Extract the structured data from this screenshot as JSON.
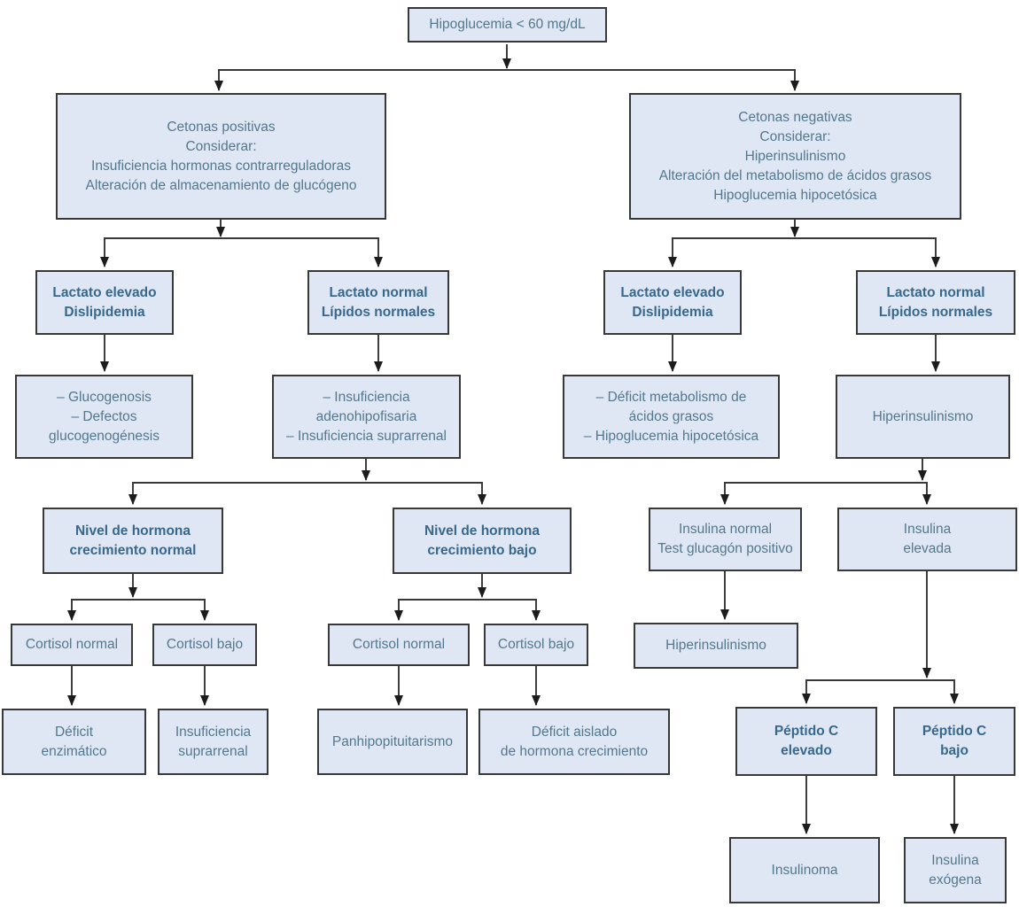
{
  "diagram_title": "Hipoglucemia < 60 mg/dL",
  "diagram_type": "flowchart",
  "colors": {
    "box_fill": "#dee7f3",
    "box_border": "#383838",
    "text_normal": "#54788e",
    "text_bold": "#38688c",
    "line": "#1c1c1c"
  },
  "nodes": {
    "root": {
      "text": "Hipoglucemia < 60 mg/dL"
    },
    "cetonas_positivas": {
      "text": "Cetonas positivas\nConsiderar:\nInsuficiencia hormonas contrarreguladoras\nAlteración de almacenamiento de glucógeno"
    },
    "cetonas_negativas": {
      "text": "Cetonas negativas\nConsiderar:\nHiperinsulinismo\nAlteración del metabolismo de ácidos grasos\nHipoglucemia hipocetósica"
    },
    "lactato_elevado_pos": {
      "text": "Lactato elevado\nDislipidemia"
    },
    "lactato_normal_pos": {
      "text": "Lactato normal\nLípidos normales"
    },
    "lactato_elevado_neg": {
      "text": "Lactato elevado\nDislipidemia"
    },
    "lactato_normal_neg": {
      "text": "Lactato normal\nLípidos normales"
    },
    "glucogenosis": {
      "text": "– Glucogenosis\n– Defectos\nglucogenogénesis"
    },
    "insuf_adenohipofisaria": {
      "text": "– Insuficiencia\nadenohipofisaria\n– Insuficiencia suprarrenal"
    },
    "deficit_metabolismo": {
      "text": "– Déficit metabolismo de\nácidos grasos\n– Hipoglucemia hipocetósica"
    },
    "hiperinsulinismo_1": {
      "text": "Hiperinsulinismo"
    },
    "gh_normal": {
      "text": "Nivel de hormona\ncrecimiento normal"
    },
    "gh_bajo": {
      "text": "Nivel de hormona\ncrecimiento bajo"
    },
    "insulina_normal": {
      "text": "Insulina normal\nTest glucagón positivo"
    },
    "insulina_elevada": {
      "text": "Insulina\nelevada"
    },
    "cortisol_normal_1": {
      "text": "Cortisol normal"
    },
    "cortisol_bajo_1": {
      "text": "Cortisol bajo"
    },
    "cortisol_normal_2": {
      "text": "Cortisol normal"
    },
    "cortisol_bajo_2": {
      "text": "Cortisol bajo"
    },
    "hiperinsulinismo_2": {
      "text": "Hiperinsulinismo"
    },
    "deficit_enzimatico": {
      "text": "Déficit\nenzimático"
    },
    "insuf_suprarrenal": {
      "text": "Insuficiencia\nsuprarrenal"
    },
    "panhipopituitarismo": {
      "text": "Panhipopituitarismo"
    },
    "deficit_gh_aislado": {
      "text": "Déficit aislado\nde hormona crecimiento"
    },
    "peptido_c_elevado": {
      "text": "Péptido C\nelevado"
    },
    "peptido_c_bajo": {
      "text": "Péptido C\nbajo"
    },
    "insulinoma": {
      "text": "Insulinoma"
    },
    "insulina_exogena": {
      "text": "Insulina\nexógena"
    }
  }
}
